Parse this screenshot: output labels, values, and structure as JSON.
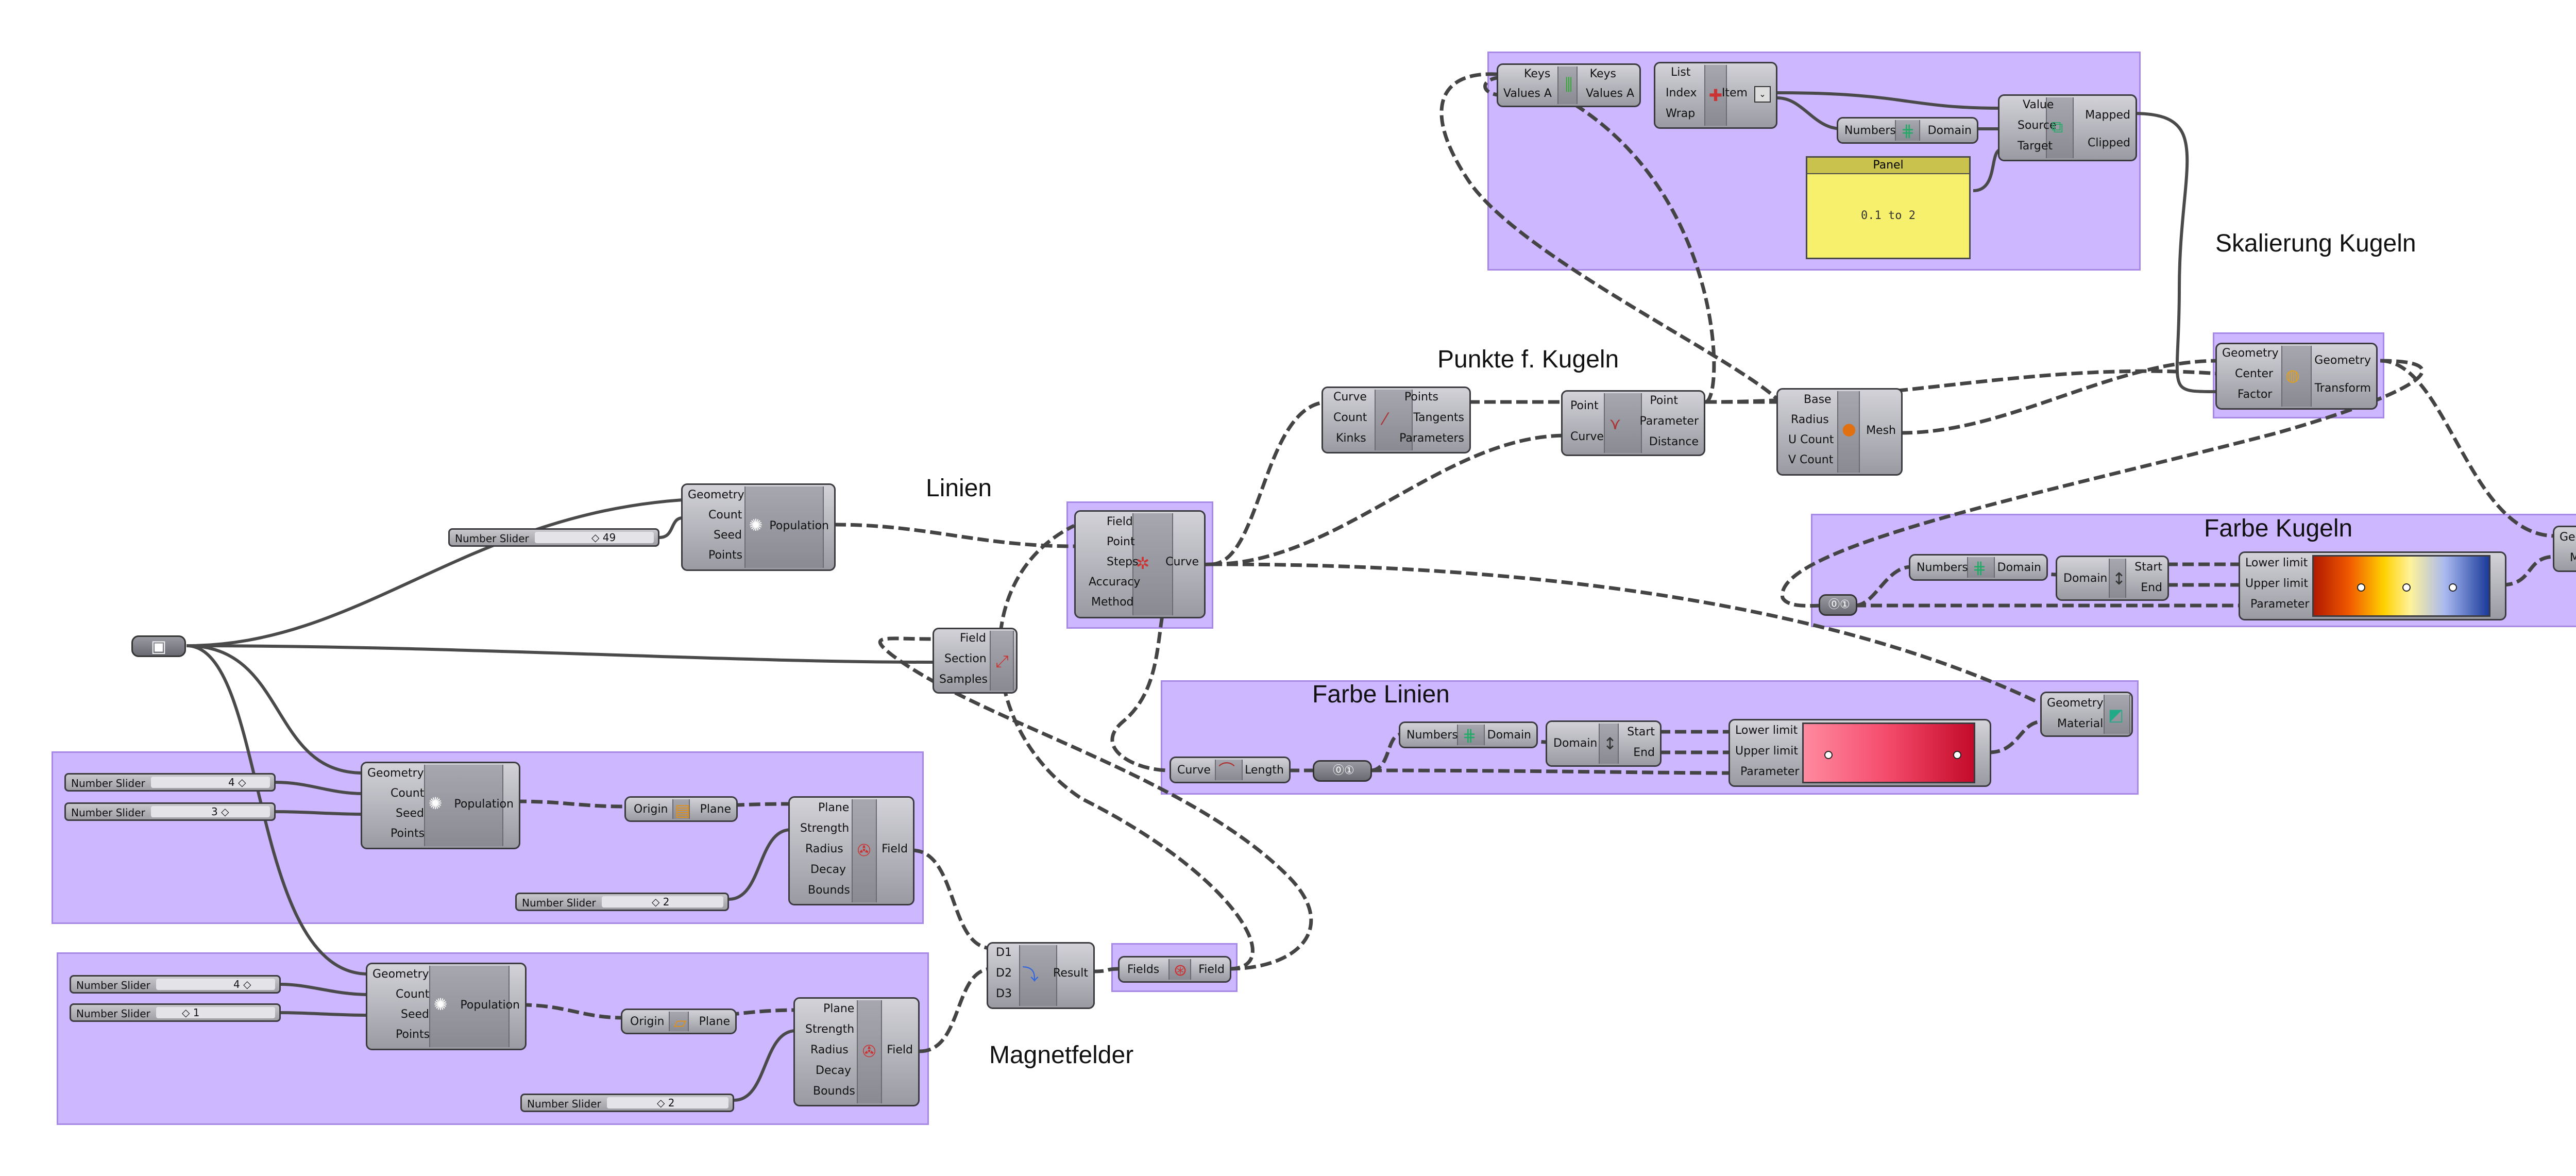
{
  "headings": {
    "skalierung": "Skalierung Kugeln",
    "punkte": "Punkte f. Kugeln",
    "linien": "Linien",
    "farbe_kugeln": "Farbe Kugeln",
    "farbe_linien": "Farbe Linien",
    "magnetfelder": "Magnetfelder"
  },
  "sliders": {
    "top_count": {
      "name": "Number Slider",
      "value": "◇ 49"
    },
    "g1_count": {
      "name": "Number Slider",
      "value": "4 ◇"
    },
    "g1_seed": {
      "name": "Number Slider",
      "value": "3 ◇"
    },
    "g1_radius": {
      "name": "Number Slider",
      "value": "◇ 2"
    },
    "g2_count": {
      "name": "Number Slider",
      "value": "4 ◇"
    },
    "g2_seed": {
      "name": "Number Slider",
      "value": "◇ 1"
    },
    "g2_radius": {
      "name": "Number Slider",
      "value": "◇ 2"
    }
  },
  "nodes": {
    "keys_values": {
      "in": [
        "Keys",
        "Values A"
      ],
      "out": [
        "Keys",
        "Values A"
      ]
    },
    "list_item": {
      "in": [
        "List",
        "Index",
        "Wrap"
      ],
      "out": [
        "Item"
      ]
    },
    "numbers_domain_top": {
      "in": [
        "Numbers"
      ],
      "out": [
        "Domain"
      ]
    },
    "remap": {
      "in": [
        "Value",
        "Source",
        "Target"
      ],
      "out": [
        "Mapped",
        "Clipped"
      ]
    },
    "panel": {
      "title": "Panel",
      "text": "0.1 to 2"
    },
    "scale": {
      "in": [
        "Geometry",
        "Center",
        "Factor"
      ],
      "out": [
        "Geometry",
        "Transform"
      ]
    },
    "divide": {
      "in": [
        "Curve",
        "Count",
        "Kinks"
      ],
      "out": [
        "Points",
        "Tangents",
        "Parameters"
      ]
    },
    "curve_closest": {
      "in": [
        "Point",
        "Curve"
      ],
      "out": [
        "Point",
        "Parameter",
        "Distance"
      ]
    },
    "sphere_mesh": {
      "in": [
        "Base",
        "Radius",
        "U Count",
        "V Count"
      ],
      "out": [
        "Mesh"
      ]
    },
    "population_top": {
      "in": [
        "Geometry",
        "Count",
        "Seed",
        "Points"
      ],
      "out": [
        "Population"
      ]
    },
    "field_line": {
      "in": [
        "Field",
        "Point",
        "Steps",
        "Accuracy",
        "Method"
      ],
      "out": [
        "Curve"
      ]
    },
    "field_section": {
      "in": [
        "Field",
        "Section",
        "Samples"
      ],
      "out": []
    },
    "numbers_domain_kugeln": {
      "in": [
        "Numbers"
      ],
      "out": [
        "Domain"
      ]
    },
    "domain_start_end_kugeln": {
      "in": [
        "Domain"
      ],
      "out": [
        "Start",
        "End"
      ]
    },
    "gradient_kugeln": {
      "in": [
        "Lower limit",
        "Upper limit",
        "Parameter"
      ]
    },
    "preview_kugeln": {
      "in": [
        "Geometry",
        "Material"
      ]
    },
    "length": {
      "in": [
        "Curve"
      ],
      "out": [
        "Length"
      ]
    },
    "numbers_domain_linien": {
      "in": [
        "Numbers"
      ],
      "out": [
        "Domain"
      ]
    },
    "domain_start_end_linien": {
      "in": [
        "Domain"
      ],
      "out": [
        "Start",
        "End"
      ]
    },
    "gradient_linien": {
      "in": [
        "Lower limit",
        "Upper limit",
        "Parameter"
      ]
    },
    "preview_linien": {
      "in": [
        "Geometry",
        "Material"
      ]
    },
    "population_1": {
      "in": [
        "Geometry",
        "Count",
        "Seed",
        "Points"
      ],
      "out": [
        "Population"
      ]
    },
    "xz_plane": {
      "in": [
        "Origin"
      ],
      "out": [
        "Plane"
      ]
    },
    "field_1": {
      "in": [
        "Plane",
        "Strength",
        "Radius",
        "Decay",
        "Bounds"
      ],
      "out": [
        "Field"
      ]
    },
    "population_2": {
      "in": [
        "Geometry",
        "Count",
        "Seed",
        "Points"
      ],
      "out": [
        "Population"
      ]
    },
    "xy_plane": {
      "in": [
        "Origin"
      ],
      "out": [
        "Plane"
      ]
    },
    "field_2": {
      "in": [
        "Plane",
        "Strength",
        "Radius",
        "Decay",
        "Bounds"
      ],
      "out": [
        "Field"
      ]
    },
    "merge": {
      "in": [
        "D1",
        "D2",
        "D3"
      ],
      "out": [
        "Result"
      ]
    },
    "merge_fields": {
      "in": [
        "Fields"
      ],
      "out": [
        "Field"
      ]
    }
  },
  "icons": {
    "brep": "brep-param-icon",
    "population": "populate-geometry-icon",
    "plane_xz": "xz-plane-icon",
    "plane_xy": "xy-plane-icon",
    "point_charge": "point-charge-icon",
    "merge": "merge-icon",
    "merge_fields": "merge-fields-icon",
    "field_line": "field-line-icon",
    "direction_display": "direction-display-icon",
    "divide": "divide-curve-icon",
    "closest": "curve-closest-point-icon",
    "sphere": "mesh-sphere-icon",
    "scale": "scale-icon",
    "remap": "remap-icon",
    "list_item": "list-item-icon",
    "preview": "custom-preview-icon"
  },
  "colors": {
    "group_fill": "#cdb7ff",
    "wire": "#555555",
    "panel": "#f7f06c"
  }
}
